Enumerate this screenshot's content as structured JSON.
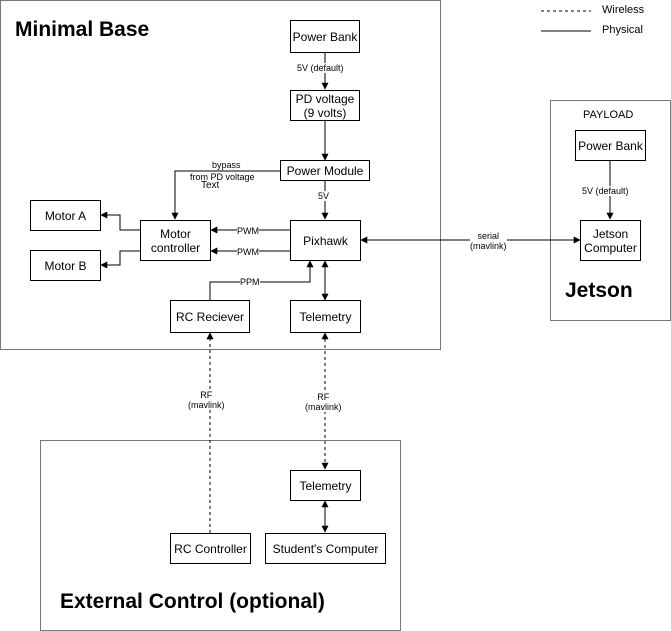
{
  "legend": {
    "wireless": "Wireless",
    "physical": "Physical"
  },
  "groups": {
    "minimal_base": "Minimal Base",
    "payload": "PAYLOAD",
    "jetson": "Jetson",
    "external": "External Control (optional)"
  },
  "nodes": {
    "power_bank_base": "Power Bank",
    "pd_voltage_line1": "PD voltage",
    "pd_voltage_line2": "(9 volts)",
    "power_module": "Power Module",
    "pixhawk": "Pixhawk",
    "motor_controller_line1": "Motor",
    "motor_controller_line2": "controller",
    "motor_a": "Motor A",
    "motor_b": "Motor B",
    "rc_receiver": "RC Reciever",
    "telemetry_base": "Telemetry",
    "power_bank_payload": "Power Bank",
    "jetson_line1": "Jetson",
    "jetson_line2": "Computer",
    "telemetry_ext": "Telemetry",
    "rc_controller": "RC Controller",
    "students_computer": "Student's Computer"
  },
  "edge_labels": {
    "v5_default_base": "5V (default)",
    "bypass_line1": "bypass",
    "bypass_line2": "from PD voltage",
    "stray_text": "Text",
    "v5_module": "5V",
    "pwm_1": "PWM",
    "pwm_2": "PWM",
    "ppm": "PPM",
    "serial_line1": "serial",
    "serial_line2": "(mavlink)",
    "v5_default_payload": "5V (default)",
    "rf_left_line1": "RF",
    "rf_left_line2": "(mavlink)",
    "rf_right_line1": "RF",
    "rf_right_line2": "(mavlink)"
  }
}
